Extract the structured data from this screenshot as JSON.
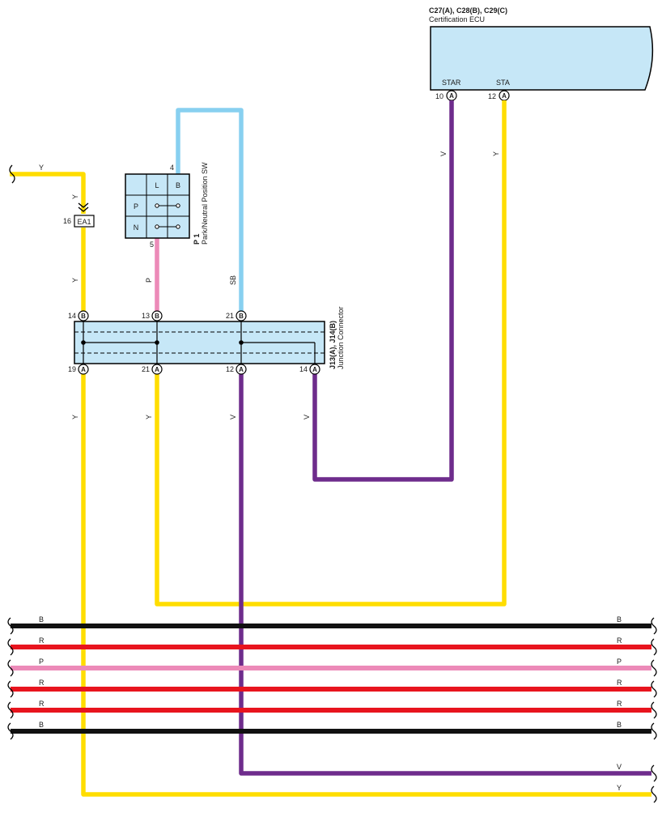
{
  "colors": {
    "Y": "#ffdd00",
    "V": "#6e2c8c",
    "SB": "#88d0f0",
    "P": "#ec8ab8",
    "R": "#e8141e",
    "B": "#111111",
    "ecu_fill": "#c6e7f7"
  },
  "ecu": {
    "title": "C27(A), C28(B), C29(C)",
    "subtitle": "Certification ECU",
    "terminal_star": "STAR",
    "terminal_sta": "STA",
    "pin_star_num": "10",
    "pin_star_conn": "A",
    "pin_sta_num": "12",
    "pin_sta_conn": "A"
  },
  "switch": {
    "id": "P 1",
    "name": "Park/Neutral Position SW",
    "pin_top": "4",
    "pin_bottom": "5",
    "cell_l": "L",
    "cell_b": "B",
    "cell_p": "P",
    "cell_n": "N"
  },
  "connector": {
    "pin": "16",
    "name": "EA1"
  },
  "junction": {
    "id": "J13(A), J14(B)",
    "name": "Junction Connector",
    "top_pins": [
      {
        "num": "14",
        "conn": "B"
      },
      {
        "num": "13",
        "conn": "B"
      },
      {
        "num": "21",
        "conn": "B"
      }
    ],
    "bottom_pins": [
      {
        "num": "19",
        "conn": "A"
      },
      {
        "num": "21",
        "conn": "A"
      },
      {
        "num": "12",
        "conn": "A"
      },
      {
        "num": "14",
        "conn": "A"
      }
    ]
  },
  "wire_labels": {
    "y_top_left": "Y",
    "y_left_vertical": "Y",
    "y_below_ea1": "Y",
    "p_switch": "P",
    "sb_switch": "SB",
    "v_ecu": "V",
    "y_ecu": "Y",
    "y_j19": "Y",
    "y_j21": "Y",
    "v_j12": "V",
    "v_j14": "V"
  },
  "bus": [
    {
      "left": "B",
      "right": "B"
    },
    {
      "left": "R",
      "right": "R"
    },
    {
      "left": "P",
      "right": "P"
    },
    {
      "left": "R",
      "right": "R"
    },
    {
      "left": "R",
      "right": "R"
    },
    {
      "left": "B",
      "right": "B"
    }
  ],
  "bottom_wires": {
    "v_right": "V",
    "y_right": "Y"
  }
}
